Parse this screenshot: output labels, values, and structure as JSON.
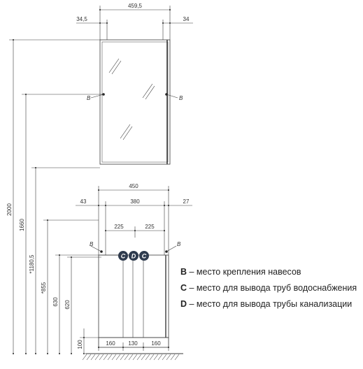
{
  "mirror": {
    "width": "459,5",
    "left_offset": "34,5",
    "right_offset": "34",
    "mount_label_left": "B",
    "mount_label_right": "B"
  },
  "cabinet": {
    "width": "450",
    "inner_width": "380",
    "left_offset": "43",
    "right_offset": "27",
    "half_left": "225",
    "half_right": "225",
    "bottom_left": "160",
    "bottom_mid": "130",
    "bottom_right": "160",
    "mount_label_left": "B",
    "mount_label_right": "B",
    "markers": [
      "C",
      "D",
      "C"
    ]
  },
  "heights": [
    "2000",
    "1660",
    "*1180,5",
    "*855",
    "630",
    "620",
    "100"
  ],
  "legend": [
    {
      "key": "B",
      "text": " – место крепления навесов"
    },
    {
      "key": "C",
      "text": " – место для вывода труб водоснабжения"
    },
    {
      "key": "D",
      "text": " – место для вывода трубы канализации"
    }
  ],
  "colors": {
    "line": "#3a3a3a",
    "marker": "#2e3b4e",
    "hatch": "#555555"
  }
}
